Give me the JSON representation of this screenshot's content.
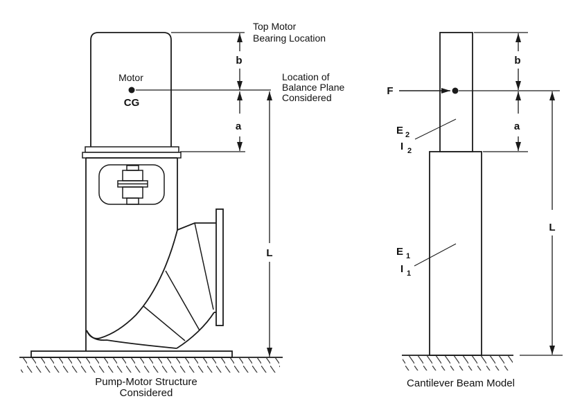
{
  "figure": {
    "pump": {
      "motor_label": "Motor",
      "cg_label": "CG",
      "dims": {
        "b": "b",
        "a": "a",
        "L": "L"
      },
      "top_bearing_note": {
        "line1": "Top Motor",
        "line2": "Bearing Location"
      },
      "balance_plane_note": {
        "line1": "Location of",
        "line2": "Balance Plane",
        "line3": "Considered"
      },
      "caption": {
        "line1": "Pump-Motor Structure",
        "line2": "Considered"
      }
    },
    "beam": {
      "force_label": "F",
      "dims": {
        "b": "b",
        "a": "a",
        "L": "L"
      },
      "upper_segment": {
        "E": "E",
        "E_sub": "2",
        "I": "I",
        "I_sub": "2"
      },
      "lower_segment": {
        "E": "E",
        "E_sub": "1",
        "I": "I",
        "I_sub": "1"
      },
      "caption": "Cantilever Beam Model"
    }
  },
  "colors": {
    "line": "#1a1a1a",
    "hatch": "#3d3d3d",
    "background": "#ffffff"
  }
}
